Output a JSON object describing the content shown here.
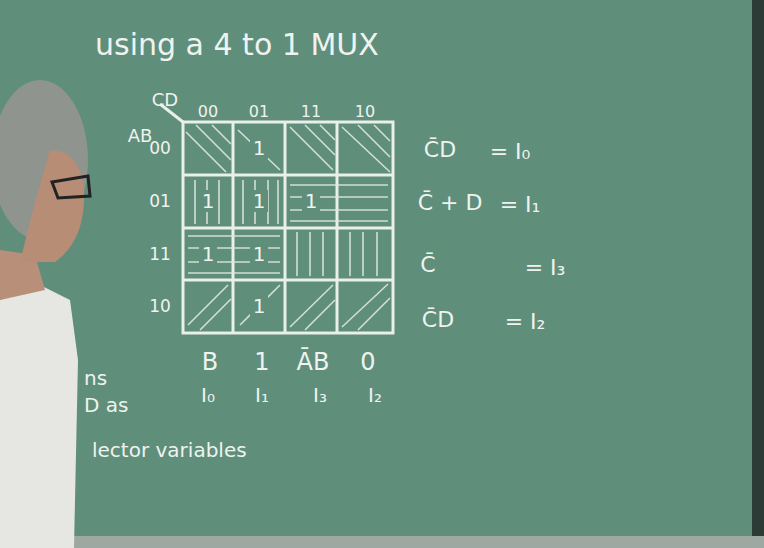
{
  "diagram": {
    "title": "using a 4 to 1 MUX",
    "labels": [
      "CD",
      "00",
      "01",
      "11",
      "10",
      "AB",
      "00",
      "01",
      "11",
      "10",
      "1",
      "1",
      "1",
      "1",
      "1",
      "1",
      "1",
      "C̄D",
      "= I₀",
      "C̄ + D",
      "= I₁",
      "C̄",
      "= I₃",
      "C̄D",
      "= I₂",
      "B",
      "1",
      "ĀB",
      "0",
      "I₀",
      "I₁",
      "I₃",
      "I₂",
      "ns",
      "D as",
      "lector variables"
    ]
  }
}
